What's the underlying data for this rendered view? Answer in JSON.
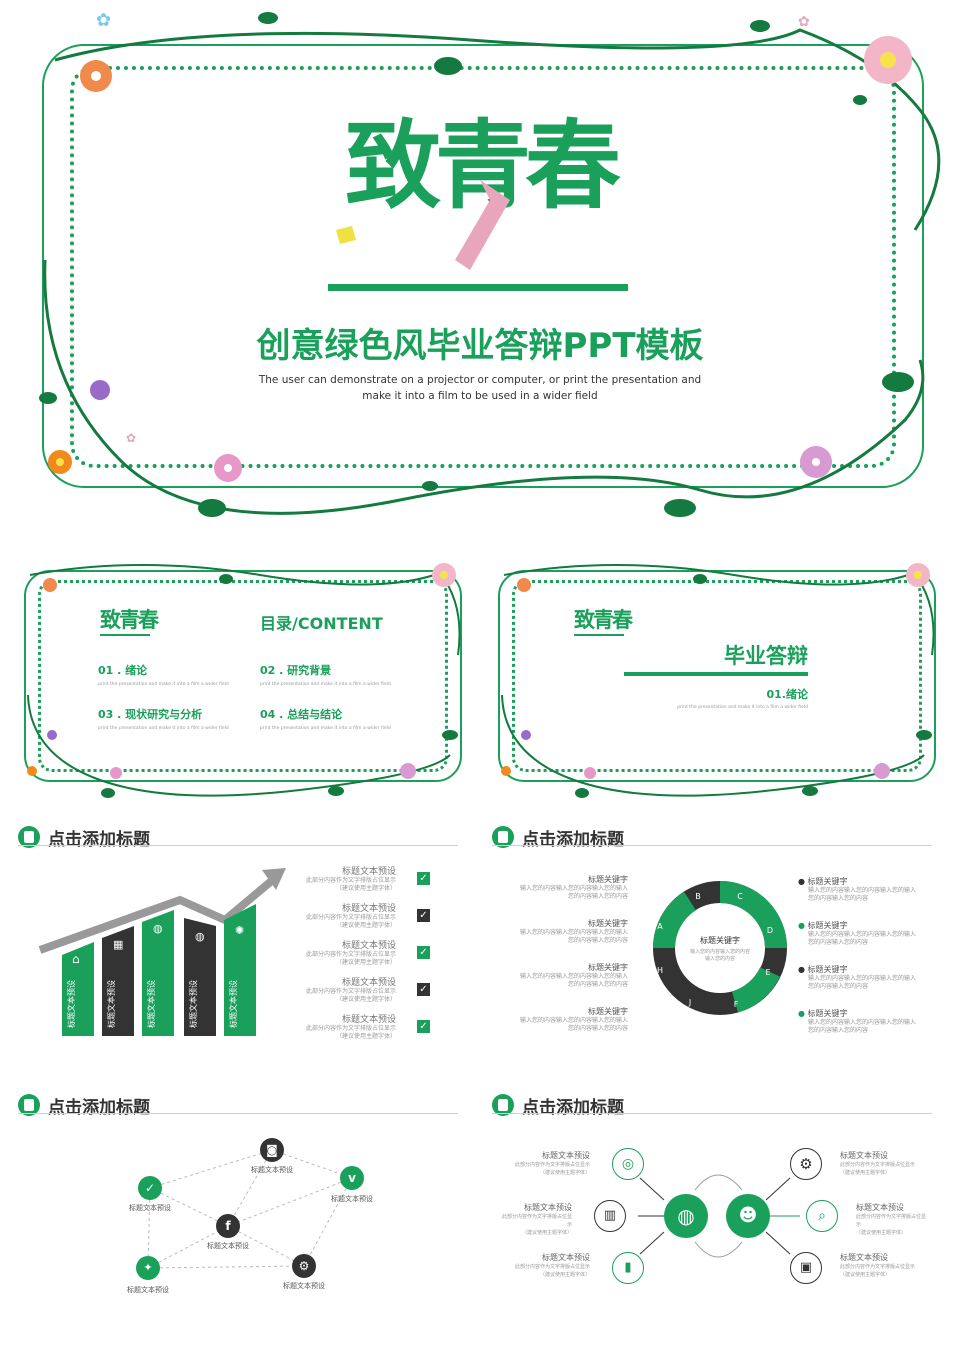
{
  "cover": {
    "logo": "致青春",
    "title": "创意绿色风毕业答辩PPT模板",
    "subtitle_line1": "The user can demonstrate on a projector or computer, or print the presentation and",
    "subtitle_line2": "make it into a film to be used in a wider field"
  },
  "toc": {
    "logo": "致青春",
    "heading": "目录/CONTENT",
    "items": [
      {
        "label": "01 . 绪论",
        "desc": "print the presentation and make it into a film a wider field"
      },
      {
        "label": "02 . 研究背景",
        "desc": "print the presentation and make it into a film a wider field"
      },
      {
        "label": "03 . 现状研究与分析",
        "desc": "print the presentation and make it into a film a wider field"
      },
      {
        "label": "04 . 总结与结论",
        "desc": "print the presentation and make it into a film a wider field"
      }
    ]
  },
  "section": {
    "logo": "致青春",
    "title": "毕业答辩",
    "item": "01.绪论",
    "desc": "print the presentation and make it into a film a wider field"
  },
  "slides": {
    "title": "点击添加标题",
    "bars": {
      "bar_label": "标题文本预设",
      "list_title": "标题文本预设",
      "list_line1": "此部分内容作为文字排版占位显示",
      "list_line2": "（建议使用主题字体）"
    },
    "ring": {
      "center_label": "标题关键字",
      "center_desc1": "输入您的内容输入您的内容",
      "center_desc2": "输入您的内容",
      "nodes": [
        "A",
        "B",
        "C",
        "D",
        "E",
        "F",
        "J",
        "H"
      ],
      "kw": "标题关键字",
      "kw_line1": "输入您的内容输入您的内容输入您的输入",
      "kw_line2": "您的内容输入您的内容"
    },
    "network": {
      "label": "标题文本预设"
    },
    "flow": {
      "label": "标题文本预设",
      "line1": "此部分内容作为文字排版占位显示",
      "line2": "（建议使用主题字体）"
    }
  },
  "colors": {
    "green": "#1aa05a",
    "dark": "#333333",
    "pink": "#e8a6bc",
    "yellow": "#f0e040"
  }
}
